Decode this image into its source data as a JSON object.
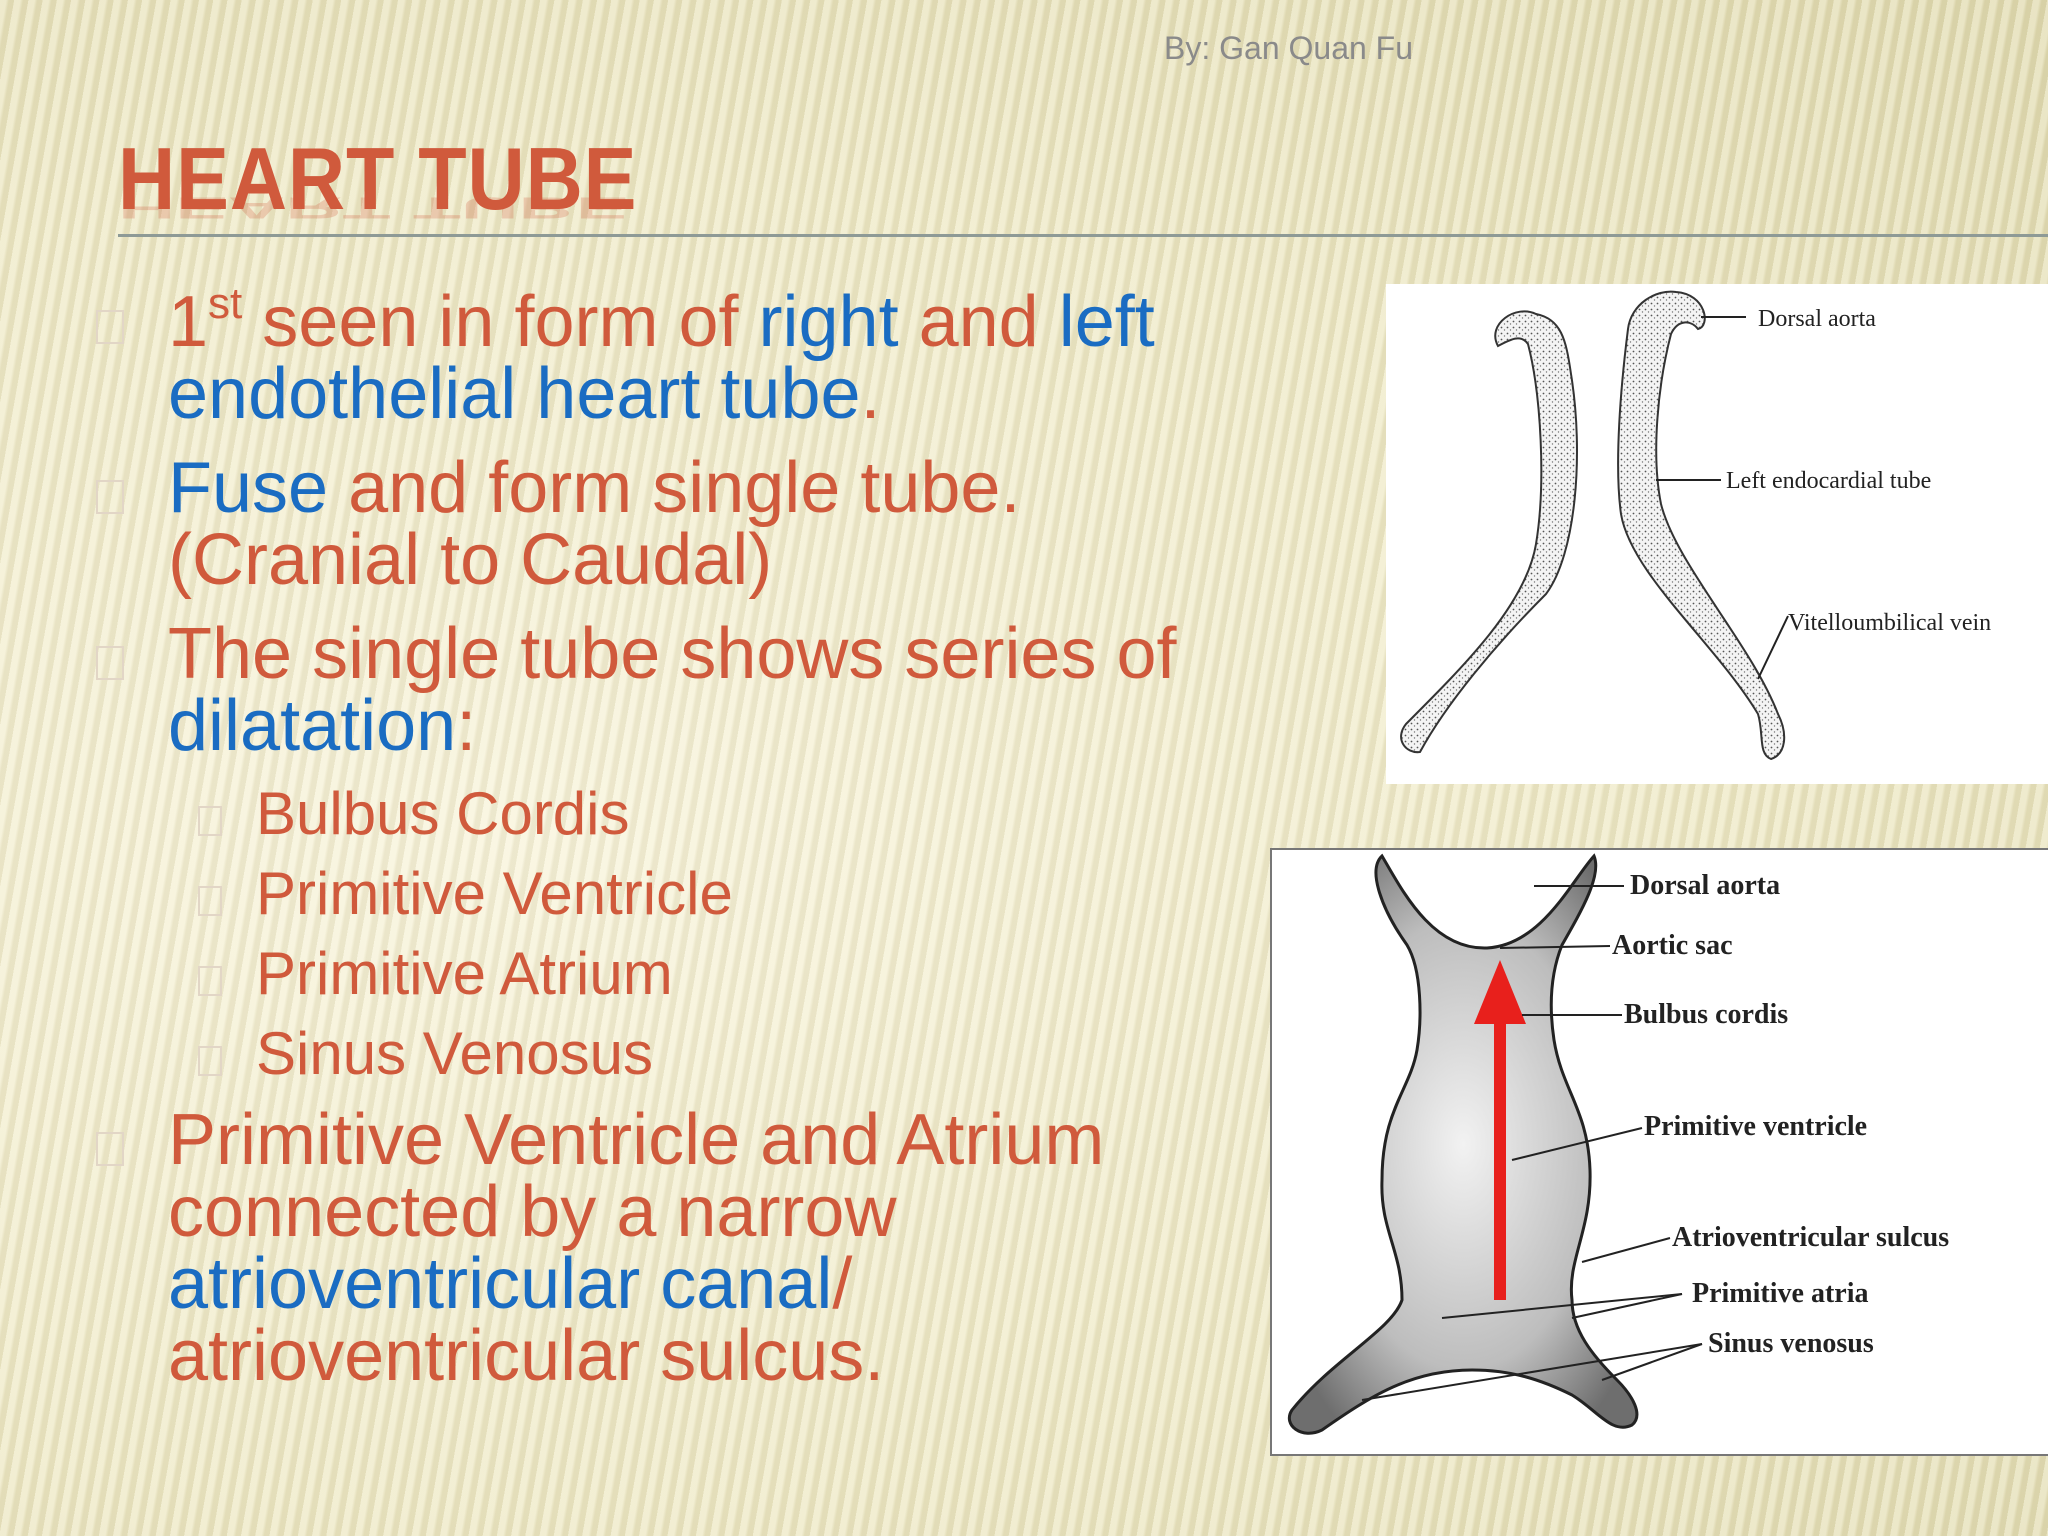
{
  "slide": {
    "author": "By: Gan Quan Fu",
    "title": "HEART TUBE"
  },
  "bullets": {
    "b1": {
      "num": "1",
      "sup": "st",
      "seg1": " seen in form of ",
      "seg2": "right",
      "seg3": " and ",
      "seg4": "left",
      "seg5": "endothelial heart tube",
      "seg6": "."
    },
    "b2": {
      "seg1": "Fuse",
      "seg2": " and form single tube.",
      "seg3": "(Cranial to Caudal)"
    },
    "b3": {
      "seg1": "The single tube shows series of",
      "seg2": "dilatation",
      "seg3": ":"
    },
    "sub": [
      "Bulbus Cordis",
      "Primitive Ventricle",
      "Primitive Atrium",
      "Sinus Venosus"
    ],
    "b4": {
      "seg1": "Primitive Ventricle and Atrium",
      "seg2": "connected by a narrow",
      "seg3": "atrioventricular canal",
      "seg4": "/",
      "seg5": "atrioventricular sulcus."
    }
  },
  "figure_top": {
    "labels": [
      "Dorsal aorta",
      "Left endocardial tube",
      "Vitelloumbilical vein"
    ]
  },
  "figure_bottom": {
    "labels": [
      "Dorsal aorta",
      "Aortic sac",
      "Bulbus cordis",
      "Primitive ventricle",
      "Atrioventricular sulcus",
      "Primitive atria",
      "Sinus venosus"
    ],
    "arrow_color": "#e8201c"
  },
  "colors": {
    "title": "#d05a3c",
    "text": "#d05a3c",
    "accent_blue": "#1a6cc2"
  }
}
